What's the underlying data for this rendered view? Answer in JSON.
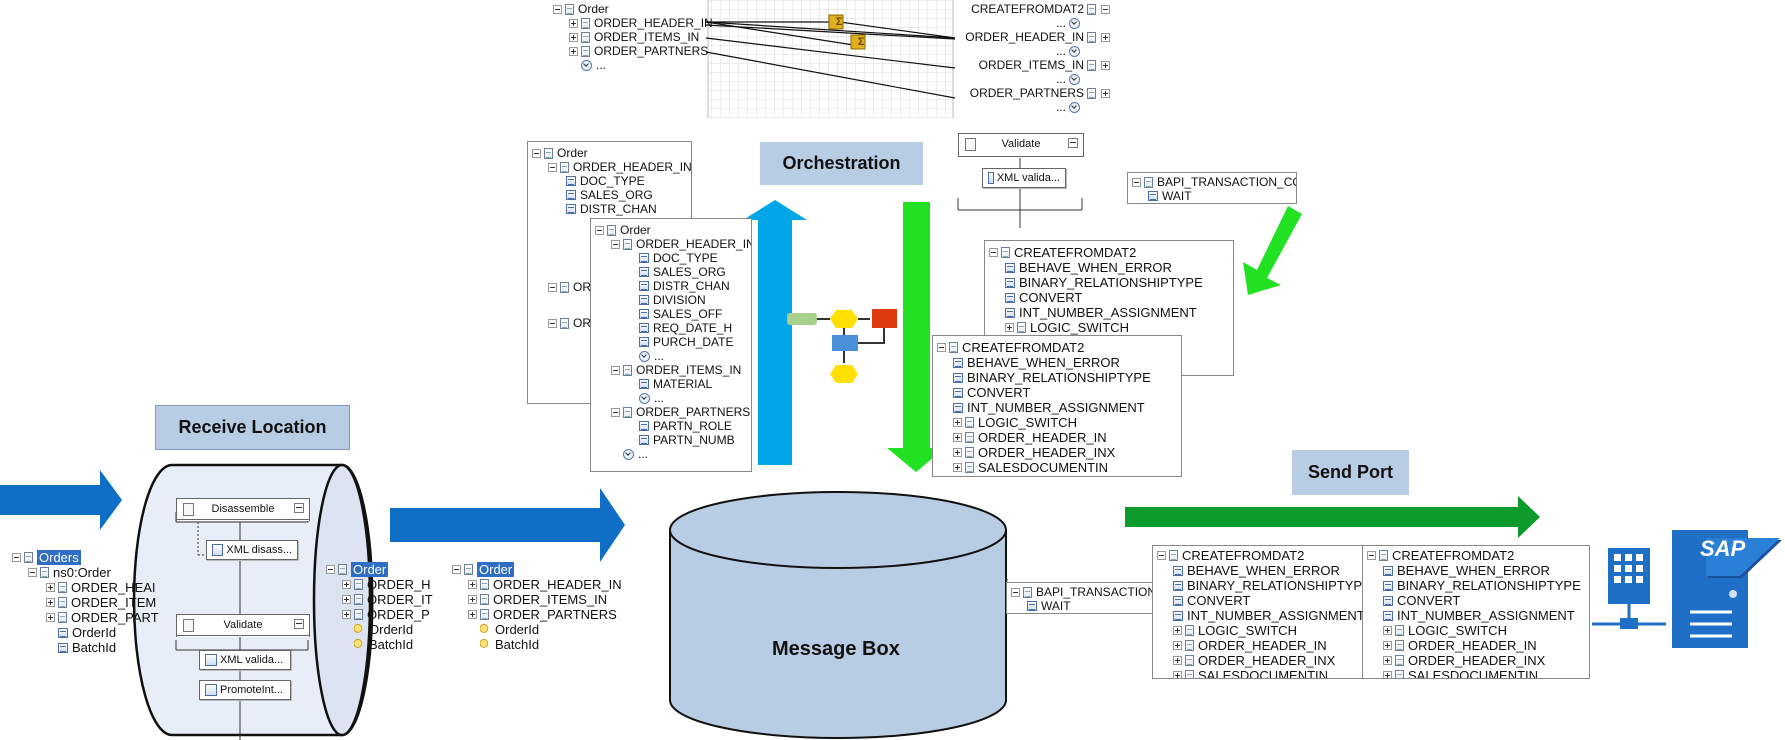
{
  "labels": {
    "receive_location": "Receive Location",
    "orchestration": "Orchestration",
    "send_port": "Send Port",
    "message_box": "Message Box"
  },
  "pipeline_receive": {
    "disassemble": "Disassemble",
    "xml_disassembler": "XML disass...",
    "validate": "Validate",
    "xml_validator": "XML valida...",
    "promote": "PromoteInt..."
  },
  "pipeline_orch": {
    "validate": "Validate",
    "xml_validator": "XML valida..."
  },
  "tree_orders": [
    "Orders",
    "ns0:Order",
    "ORDER_HEAI",
    "ORDER_ITEM",
    "ORDER_PART",
    "OrderId",
    "BatchId"
  ],
  "tree_order_cut": [
    "Order",
    "ORDER_H",
    "ORDER_IT",
    "ORDER_P",
    "OrderId",
    "BatchId"
  ],
  "tree_order_full": [
    "Order",
    "ORDER_HEADER_IN",
    "ORDER_ITEMS_IN",
    "ORDER_PARTNERS",
    "OrderId",
    "BatchId"
  ],
  "map_left": [
    "Order",
    "ORDER_HEADER_IN",
    "ORDER_ITEMS_IN",
    "ORDER_PARTNERS",
    "..."
  ],
  "map_right": [
    "CREATEFROMDAT2",
    "...",
    "ORDER_HEADER_IN",
    "...",
    "ORDER_ITEMS_IN",
    "...",
    "ORDER_PARTNERS",
    "..."
  ],
  "schema_back": [
    "Order",
    "ORDER_HEADER_IN",
    "DOC_TYPE",
    "SALES_ORG",
    "DISTR_CHAN",
    "OR",
    "OR"
  ],
  "schema_front": [
    "Order",
    "ORDER_HEADER_IN",
    "DOC_TYPE",
    "SALES_ORG",
    "DISTR_CHAN",
    "DIVISION",
    "SALES_OFF",
    "REQ_DATE_H",
    "PURCH_DATE",
    "...",
    "ORDER_ITEMS_IN",
    "MATERIAL",
    "...",
    "ORDER_PARTNERS",
    "PARTN_ROLE",
    "PARTN_NUMB",
    "..."
  ],
  "bapi_commit": [
    "BAPI_TRANSACTION_COMMIT",
    "WAIT"
  ],
  "create_back": [
    "CREATEFROMDAT2",
    "BEHAVE_WHEN_ERROR",
    "BINARY_RELATIONSHIPTYPE",
    "CONVERT",
    "INT_NUMBER_ASSIGNMENT",
    "LOGIC_SWITCH"
  ],
  "create_front": [
    "CREATEFROMDAT2",
    "BEHAVE_WHEN_ERROR",
    "BINARY_RELATIONSHIPTYPE",
    "CONVERT",
    "INT_NUMBER_ASSIGNMENT",
    "LOGIC_SWITCH",
    "ORDER_HEADER_IN",
    "ORDER_HEADER_INX",
    "SALESDOCUMENTIN"
  ],
  "bapi_commit_2": [
    "BAPI_TRANSACTION_COMMIT",
    "WAIT"
  ],
  "create_send_a": [
    "CREATEFROMDAT2",
    "BEHAVE_WHEN_ERROR",
    "BINARY_RELATIONSHIPTYP",
    "CONVERT",
    "INT_NUMBER_ASSIGNMENT",
    "LOGIC_SWITCH",
    "ORDER_HEADER_IN",
    "ORDER_HEADER_INX",
    "SALESDOCUMENTIN"
  ],
  "create_send_b": [
    "CREATEFROMDAT2",
    "BEHAVE_WHEN_ERROR",
    "BINARY_RELATIONSHIPTYPE",
    "CONVERT",
    "INT_NUMBER_ASSIGNMENT",
    "LOGIC_SWITCH",
    "ORDER_HEADER_IN",
    "ORDER_HEADER_INX",
    "SALESDOCUMENTIN"
  ],
  "sap_logo": "SAP",
  "colors": {
    "blue_arrow": "#0f6fc6",
    "cyan_arrow": "#00a6e8",
    "green_arrow": "#22e022",
    "green_bar": "#0c9a2a",
    "label_bg": "#b8cce4",
    "cylinder": "#b8cce4",
    "sap_blue": "#1f6fc7"
  }
}
